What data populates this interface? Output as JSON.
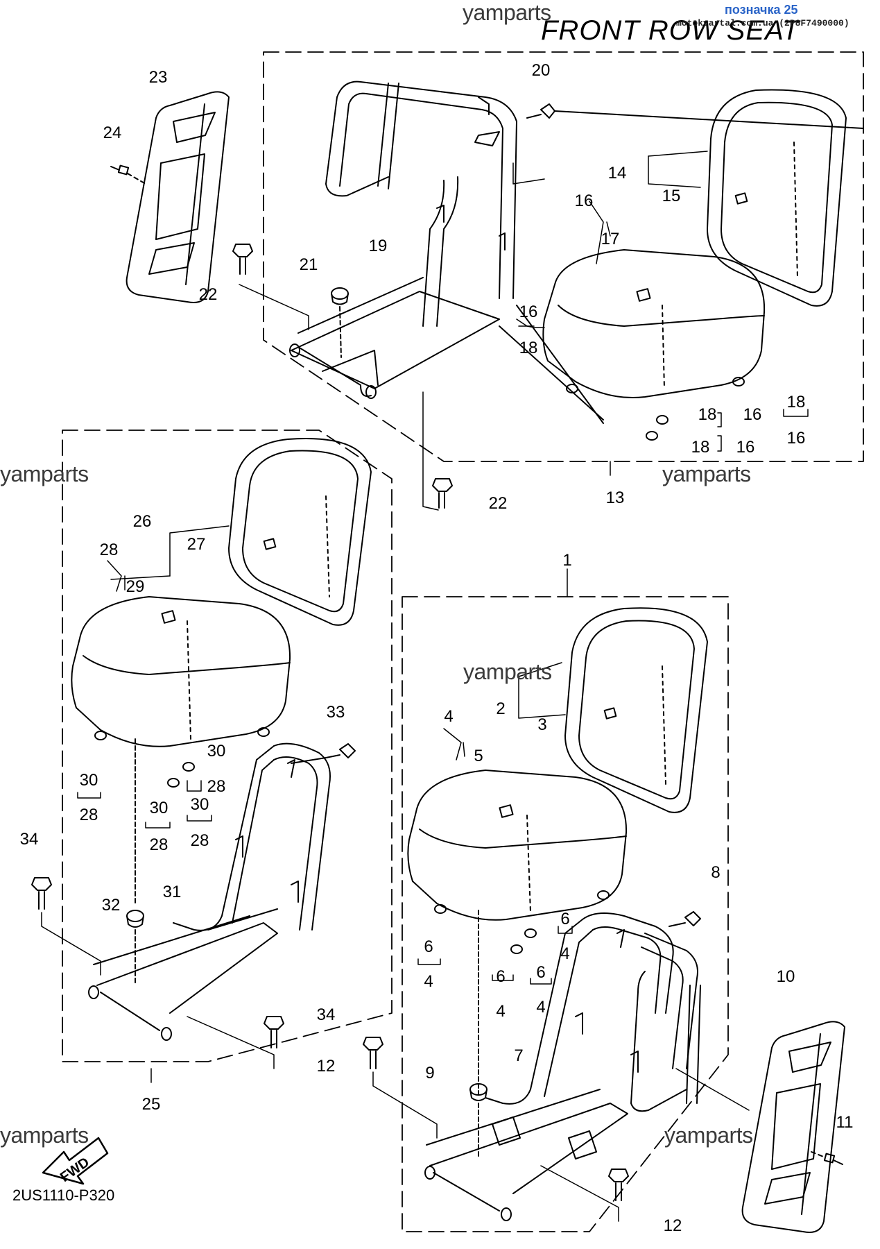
{
  "header": {
    "title": "FRONT ROW SEAT",
    "stamp": "позначка 25",
    "site": "motokvartal.com.ua (2P8F7490000)"
  },
  "footer": {
    "diagram_code": "2US1110-P320"
  },
  "fwd_label": "FWD",
  "watermark": "yamparts",
  "part_labels": {
    "p23": "23",
    "p24": "24",
    "p22a": "22",
    "p21": "21",
    "p19": "19",
    "p20": "20",
    "p14": "14",
    "p15": "15",
    "p16a": "16",
    "p17": "17",
    "p16b": "16",
    "p18a": "18",
    "p18b": "18",
    "p16c": "16",
    "p18c": "18",
    "p16d": "16",
    "p18d": "18",
    "p16e": "16",
    "p13": "13",
    "p22b": "22",
    "p26": "26",
    "p27": "27",
    "p28a": "28",
    "p29": "29",
    "p33": "33",
    "p30a": "30",
    "p28b": "28",
    "p30b": "30",
    "p28c": "28",
    "p30c": "30",
    "p28d": "28",
    "p30d": "30",
    "p28e": "28",
    "p34a": "34",
    "p32": "32",
    "p31": "31",
    "p34b": "34",
    "p25": "25",
    "p1": "1",
    "p2": "2",
    "p3": "3",
    "p4a": "4",
    "p5": "5",
    "p8": "8",
    "p6a": "6",
    "p4b": "4",
    "p6b": "6",
    "p4c": "4",
    "p6c": "6",
    "p4d": "4",
    "p6d": "6",
    "p4e": "4",
    "p7": "7",
    "p9": "9",
    "p12a": "12",
    "p12b": "12",
    "p10": "10",
    "p11": "11"
  }
}
